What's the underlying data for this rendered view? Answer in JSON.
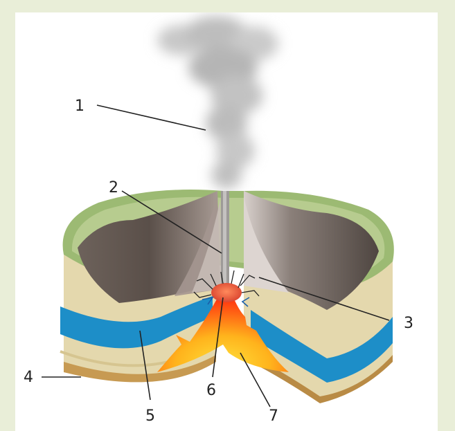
{
  "labels": [
    {
      "id": "label-1",
      "text": "1"
    },
    {
      "id": "label-2",
      "text": "2"
    },
    {
      "id": "label-3",
      "text": "3"
    },
    {
      "id": "label-4",
      "text": "4"
    },
    {
      "id": "label-5",
      "text": "5"
    },
    {
      "id": "label-6",
      "text": "6"
    },
    {
      "id": "label-7",
      "text": "7"
    }
  ],
  "colors": {
    "page_background": "#e9eed8",
    "panel_background": "#ffffff",
    "vegetation_rim": "#9cba73",
    "ash_cone_dark": "#4f4641",
    "ash_cone_light": "#cfc5c2",
    "sand_layer": "#e2d6aa",
    "water_layer": "#1d8ec8",
    "bedrock_layer": "#c79a52",
    "magma_outer": "#ff3a10",
    "magma_inner": "#ffd21f",
    "magma_chamber": "#e04a35",
    "plume_grey": "#b8b8b8"
  }
}
